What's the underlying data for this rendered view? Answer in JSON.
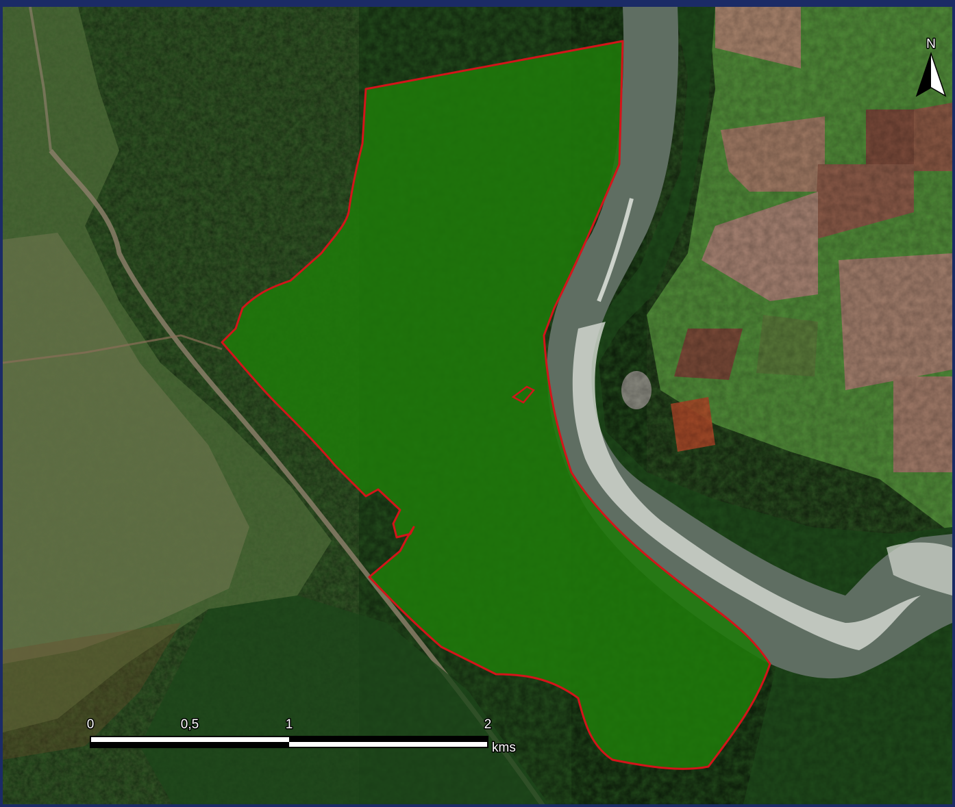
{
  "map": {
    "north_label": "N",
    "scale": {
      "labels": [
        "0",
        "0,5",
        "1",
        "2"
      ],
      "unit": "kms"
    },
    "colors": {
      "study_area_fill": "#1f7a0a",
      "study_area_outline": "#d4141a",
      "river": "#5f6e62",
      "rapids": "#d8dcd6",
      "forest": "#1e4a1a",
      "farmland": "#a07a64",
      "pasture": "#4f8f38",
      "frame": "#1b2b66"
    },
    "icons": [
      "north-arrow-icon"
    ]
  }
}
